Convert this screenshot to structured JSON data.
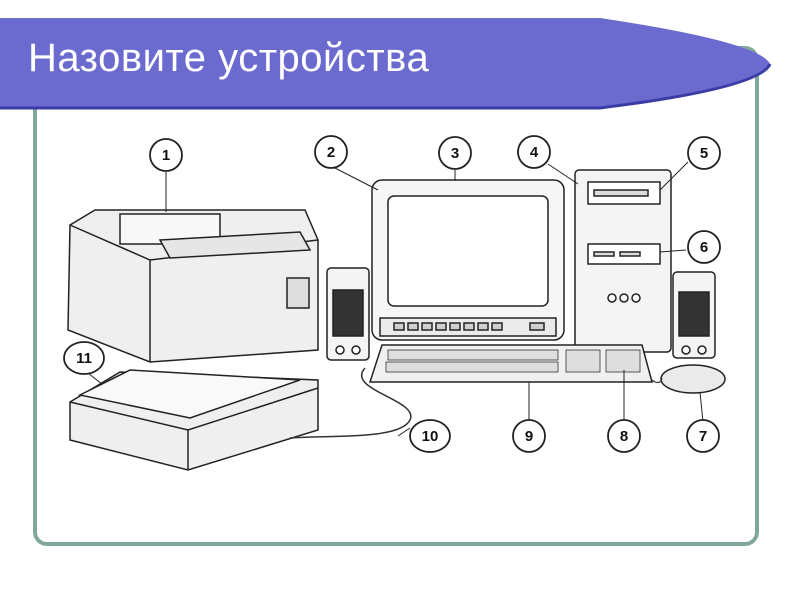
{
  "slide": {
    "title": "Назовите устройства",
    "colors": {
      "band": "#6666cc",
      "band_edge": "#3a3aa0",
      "frame": "#7fa89a"
    }
  },
  "callouts": [
    "1",
    "2",
    "3",
    "4",
    "5",
    "6",
    "7",
    "8",
    "9",
    "10",
    "11"
  ]
}
